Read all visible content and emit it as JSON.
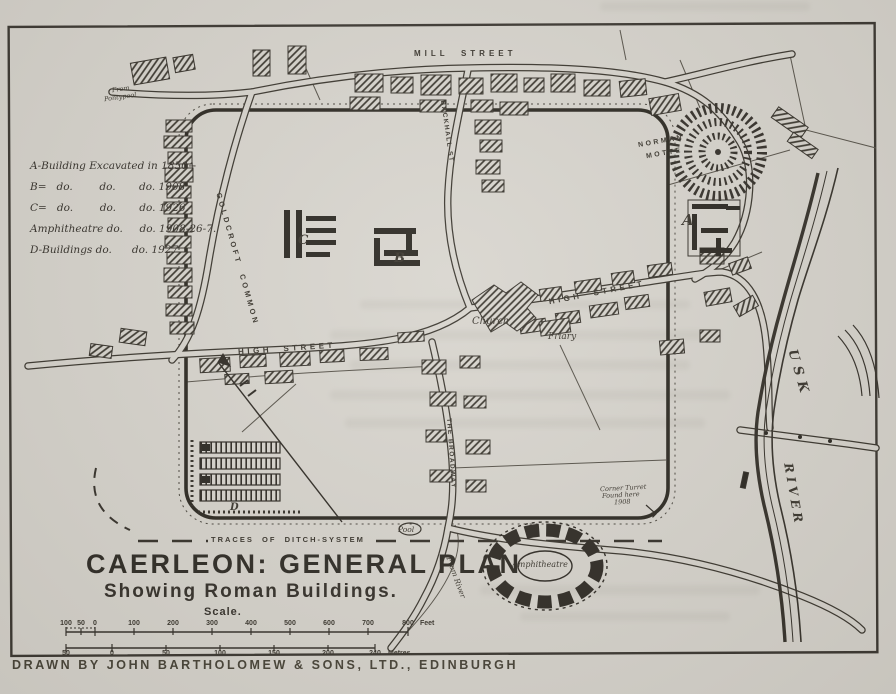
{
  "map": {
    "legend_lines": [
      "A-Building Excavated in 1850+",
      "B=   do.        do.       do. 1908.",
      "C=   do.        do.       do. 1926.",
      "Amphitheatre do.     do. 1908-26-7.",
      "D-Buildings do.      do. 1927."
    ],
    "labels": {
      "mill_street": "MILL  STREET",
      "high_street_center": "HIGH  STREET",
      "high_street_east": "HIGH  STREET",
      "backhall_st": "BACKHALL ST",
      "goldcroft_common": "GOLDCROFT  COMMON",
      "the_broadway": "THE BROADWAY",
      "norman_motte_1": "NORMAN",
      "norman_motte_2": "MOTTE",
      "church": "Church",
      "friary": "Friary",
      "pool": "Pool",
      "amphitheatre": "Amphitheatre",
      "usk": "USK",
      "river": "RIVER",
      "from_pontypool_1": "From",
      "from_pontypool_2": "Pontypool",
      "from_river": "From River",
      "corner_turret_1": "Corner Turret",
      "corner_turret_2": "Found here",
      "corner_turret_3": "1908",
      "traces_of_ditch": "TRACES  OF  DITCH-SYSTEM",
      "building_a": "A",
      "building_b": "B",
      "building_c": "C",
      "building_d": "D"
    },
    "title": "CAERLEON:  GENERAL PLAN",
    "subtitle": "Showing Roman Buildings.",
    "scale": {
      "label": "Scale.",
      "feet_ticks": [
        "100",
        "50",
        "0",
        "100",
        "200",
        "300",
        "400",
        "500",
        "600",
        "700",
        "800"
      ],
      "feet_unit": "Feet",
      "metre_ticks": [
        "50",
        "0",
        "50",
        "100",
        "150",
        "200",
        "240"
      ],
      "metre_unit": "Metres."
    },
    "credit": "DRAWN BY JOHN BARTHOLOMEW & SONS, LTD., EDINBURGH",
    "colors": {
      "paper": "#d8d5ce",
      "ink": "#35312a",
      "solid_building": "#2b2822"
    }
  }
}
